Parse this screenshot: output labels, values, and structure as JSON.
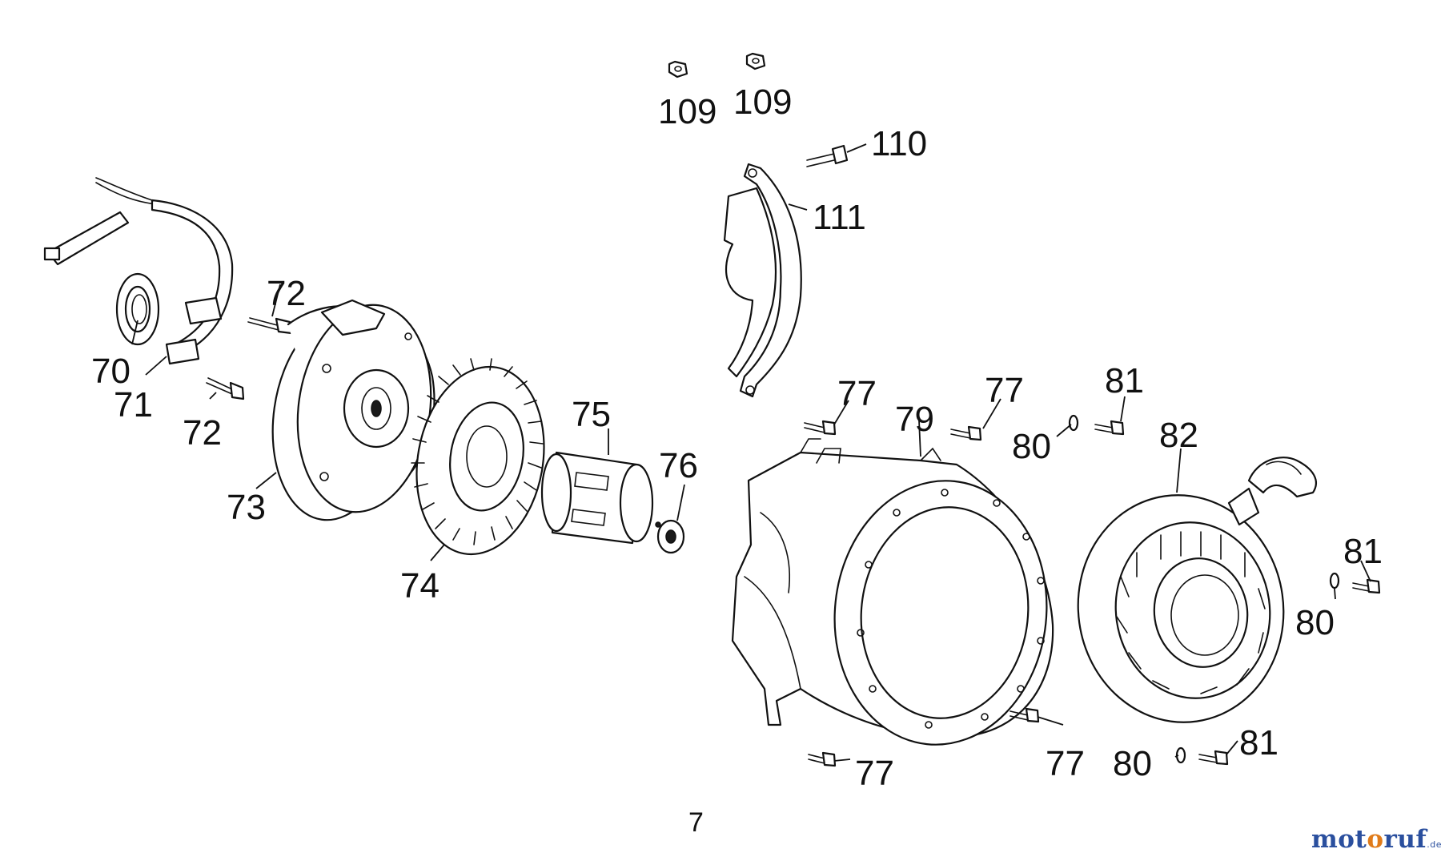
{
  "diagram": {
    "callouts": {
      "c70": "70",
      "c71": "71",
      "c72a": "72",
      "c72b": "72",
      "c73": "73",
      "c74": "74",
      "c75": "75",
      "c76": "76",
      "c77a": "77",
      "c77b": "77",
      "c77c": "77",
      "c77d": "77",
      "c79": "79",
      "c80a": "80",
      "c80b": "80",
      "c80c": "80",
      "c81a": "81",
      "c81b": "81",
      "c81c": "81",
      "c82": "82",
      "c109a": "109",
      "c109b": "109",
      "c110": "110",
      "c111": "111"
    },
    "page_number": "7"
  },
  "watermark": {
    "part1": "mot",
    "part2": "o",
    "part3": "ruf",
    "tld": ".de"
  }
}
